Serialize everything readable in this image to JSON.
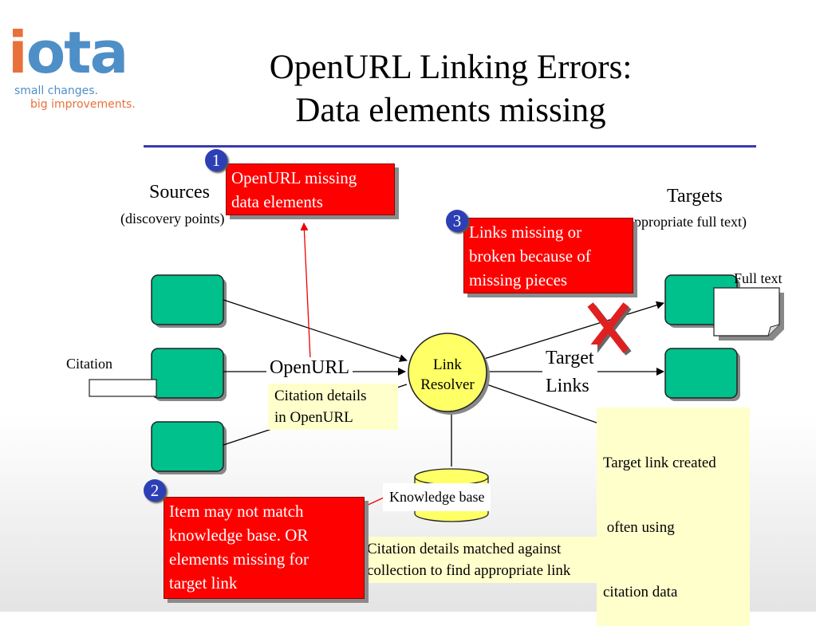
{
  "logo": {
    "word_i": "i",
    "word_rest": "ota",
    "tagline_1": "small changes.",
    "tagline_2": "big improvements."
  },
  "title": {
    "line1": "OpenURL Linking Errors:",
    "line2": "Data elements missing"
  },
  "diagram": {
    "sources_label": "Sources",
    "sources_sub": "(discovery points)",
    "targets_label": "Targets",
    "targets_sub": "appropriate full text)",
    "citation_label": "Citation",
    "openurl_label": "OpenURL",
    "resolver_line1": "Link",
    "resolver_line2": "Resolver",
    "target_links_line1": "Target",
    "target_links_line2": "Links",
    "full_text_label": "Full text",
    "knowledge_base_label": "Knowledge base"
  },
  "notes": {
    "citation_details": [
      "Citation details",
      "in OpenURL"
    ],
    "target_link_created": [
      "Target link created",
      " often using",
      "citation data"
    ],
    "citation_matched": [
      "Citation details matched against",
      "collection to find appropriate link"
    ]
  },
  "callouts": {
    "c1": {
      "number": "1",
      "lines": [
        "OpenURL missing",
        "data elements"
      ]
    },
    "c2": {
      "number": "2",
      "lines": [
        "Item may not match",
        "knowledge base. OR",
        "elements missing for",
        "target link"
      ]
    },
    "c3": {
      "number": "3",
      "lines": [
        "Links missing or",
        "broken because of",
        "missing pieces"
      ]
    }
  },
  "colors": {
    "box_fill": "#00c08c",
    "callout_red": "#ff0000",
    "note_yellow": "#ffffcc",
    "resolver_yellow": "#ffff66",
    "rule_blue": "#3a3ab0",
    "number_blue": "#2d3fb5",
    "cross_red": "#e02020"
  }
}
